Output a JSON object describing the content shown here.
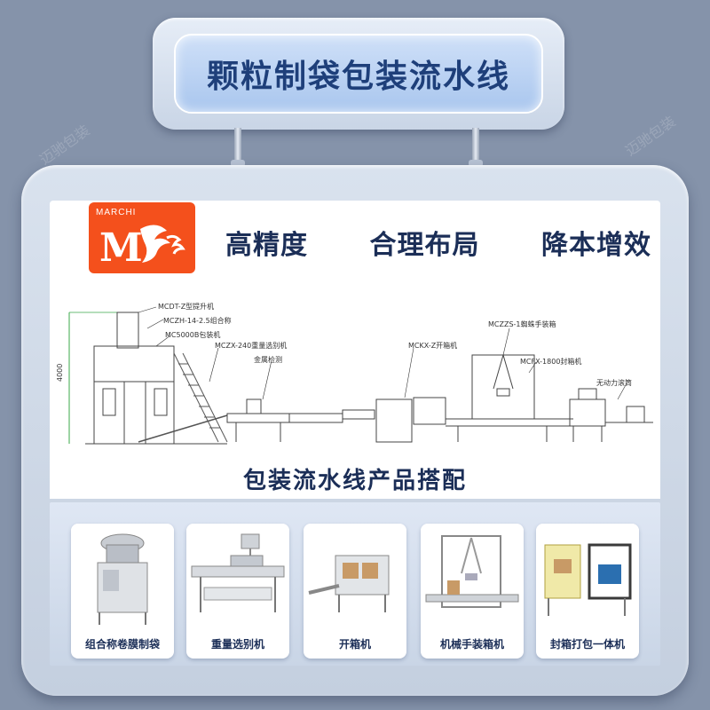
{
  "header": {
    "title": "颗粒制袋包装流水线"
  },
  "brand": {
    "logo_text": "MARCHI",
    "logo_color": "#f4501c"
  },
  "slogans": [
    "高精度",
    "合理布局",
    "降本增效"
  ],
  "diagram": {
    "height_label": "4000",
    "labels": {
      "l1": "MCDT-Z型提升机",
      "l2": "MCZH-14-2.5组合称",
      "l3": "MC5000B包装机",
      "l4": "MCZX-240重量选别机",
      "l5": "金属检测",
      "l6": "MCKX-Z开箱机",
      "l7": "MCZZS-1蜘蛛手装箱",
      "l8": "MCFX-1800封箱机",
      "l9": "无动力滚筒"
    }
  },
  "section": {
    "subtitle": "包装流水线产品搭配"
  },
  "products": [
    {
      "label": "组合称卷膜制袋",
      "icon": "packaging-machine-icon"
    },
    {
      "label": "重量选别机",
      "icon": "checkweigher-icon"
    },
    {
      "label": "开箱机",
      "icon": "carton-erector-icon"
    },
    {
      "label": "机械手装箱机",
      "icon": "robot-case-packer-icon"
    },
    {
      "label": "封箱打包一体机",
      "icon": "carton-sealer-icon"
    }
  ],
  "watermark": "迈驰包装",
  "colors": {
    "title_text": "#1e3f7a",
    "body_text": "#1b2e57",
    "background": "#8593aa"
  }
}
